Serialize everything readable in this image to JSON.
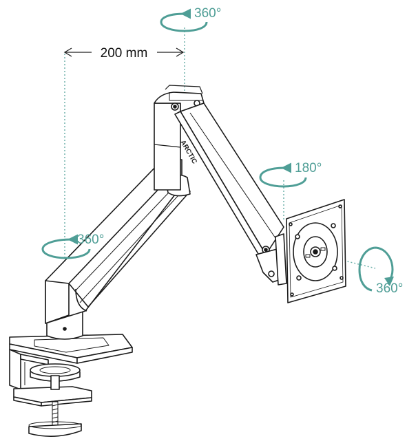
{
  "colors": {
    "accent": "#4f9e96",
    "line": "#1a1a1a",
    "guide": "#6fb1aa",
    "background": "#ffffff"
  },
  "dimension": {
    "label": "200 mm",
    "value": 200,
    "unit": "mm"
  },
  "rotations": {
    "top_pivot": "360°",
    "elbow_tilt": "180°",
    "base_pivot": "360°",
    "vesa_rotation": "360°"
  },
  "brand": {
    "logo_text": "ARCTIC"
  }
}
